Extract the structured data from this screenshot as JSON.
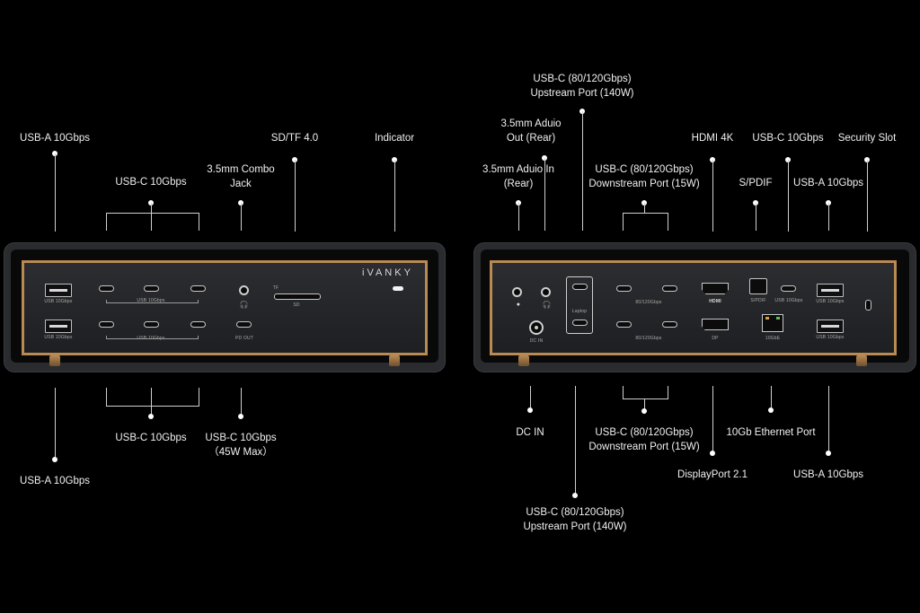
{
  "front": {
    "brand": "iVANKY",
    "labels": {
      "usba_top": "USB-A 10Gbps",
      "usbc_top": "USB-C 10Gbps",
      "combo_jack_1": "3.5mm Combo",
      "combo_jack_2": "Jack",
      "sd": "SD/TF 4.0",
      "indicator": "Indicator",
      "usba_bottom": "USB-A 10Gbps",
      "usbc_bottom": "USB-C 10Gbps",
      "usbc_pd_1": "USB-C 10Gbps",
      "usbc_pd_2": "（45W Max）"
    },
    "small": {
      "usba1": "USB 10Gbps",
      "usba2": "USB 10Gbps",
      "usbc_top": "USB 10Gbps",
      "usbc_bottom": "USB 10Gbps",
      "pd_out": "PD OUT",
      "tf": "TF",
      "sd": "SD"
    }
  },
  "back": {
    "labels": {
      "audio_in_1": "3.5mm Aduio In",
      "audio_in_2": "(Rear)",
      "audio_out_1": "3.5mm Aduio",
      "audio_out_2": "Out (Rear)",
      "upstream_top_1": "USB-C (80/120Gbps)",
      "upstream_top_2": "Upstream Port (140W)",
      "downstream_top_1": "USB-C (80/120Gbps)",
      "downstream_top_2": "Downstream Port (15W)",
      "hdmi": "HDMI 4K",
      "spdif": "S/PDIF",
      "usbc": "USB-C 10Gbps",
      "usba_top": "USB-A 10Gbps",
      "security": "Security Slot",
      "dc_in": "DC IN",
      "downstream_bottom_1": "USB-C (80/120Gbps)",
      "downstream_bottom_2": "Downstream Port (15W)",
      "upstream_bottom_1": "USB-C (80/120Gbps)",
      "upstream_bottom_2": "Upstream Port (140W)",
      "displayport": "DisplayPort 2.1",
      "ethernet": "10Gb Ethernet Port",
      "usba_bottom": "USB-A 10Gbps"
    },
    "small": {
      "laptop": "Laptop",
      "ds_top": "80/120Gbps",
      "ds_bottom": "80/120Gbps",
      "hdmi": "HDMI",
      "dp": "DP",
      "spdif": "S/PDIF",
      "usbc": "USB 10Gbps",
      "usba1": "USB 10Gbps",
      "usba2": "USB 10Gbps",
      "ethernet": "10GbE",
      "dc_in": "DC IN"
    }
  }
}
